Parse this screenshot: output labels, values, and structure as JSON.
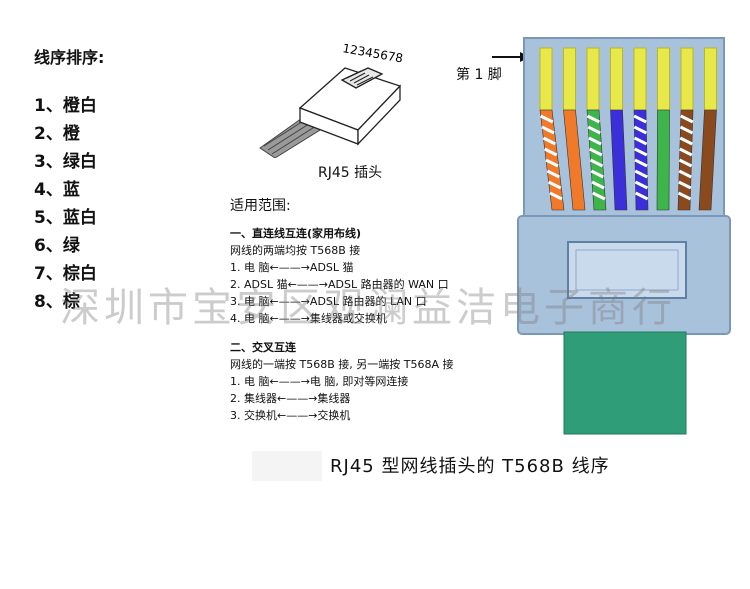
{
  "order": {
    "title": "线序排序:",
    "items": [
      "1、橙白",
      "2、橙",
      "3、绿白",
      "4、蓝",
      "5、蓝白",
      "6、绿",
      "7、棕白",
      "8、棕"
    ]
  },
  "plug_sketch": {
    "pin_numbers": "12345678",
    "caption": "RJ45 插头"
  },
  "usage": {
    "title": "适用范围:",
    "section1": {
      "heading": "一、直连线互连(家用布线)",
      "intro": "网线的两端均按 T568B 接",
      "lines": [
        "1.  电    脑←——→ADSL 猫",
        "2.  ADSL 猫←——→ADSL 路由器的 WAN 口",
        "3.  电    脑←——→ADSL 路由器的 LAN 口",
        "4.  电    脑←——→集线器或交换机"
      ]
    },
    "section2": {
      "heading": "二、交叉互连",
      "intro": "网线的一端按 T568B 接, 另一端按 T568A 接",
      "lines": [
        "1.  电    脑←——→电    脑, 即对等网连接",
        "2.  集线器←——→集线器",
        "3.  交换机←——→交换机"
      ]
    }
  },
  "diagram": {
    "pin1_label": "第 1 脚",
    "wires": [
      {
        "color": "#f07a2a",
        "striped": true
      },
      {
        "color": "#f07a2a",
        "striped": false
      },
      {
        "color": "#3db54a",
        "striped": true
      },
      {
        "color": "#3a2fd8",
        "striped": false
      },
      {
        "color": "#3a2fd8",
        "striped": true
      },
      {
        "color": "#3db54a",
        "striped": false
      },
      {
        "color": "#8a4a1e",
        "striped": true
      },
      {
        "color": "#8a4a1e",
        "striped": false
      }
    ],
    "colors": {
      "housing": "#a9c2dc",
      "housing_dark": "#7c98b8",
      "contact": "#e8e84a",
      "jacket": "#2f9e78",
      "window": "#c9daec"
    }
  },
  "caption": "RJ45 型网线插头的 T568B 线序",
  "watermark": "深圳市宝安区观澜益洁电子商行"
}
